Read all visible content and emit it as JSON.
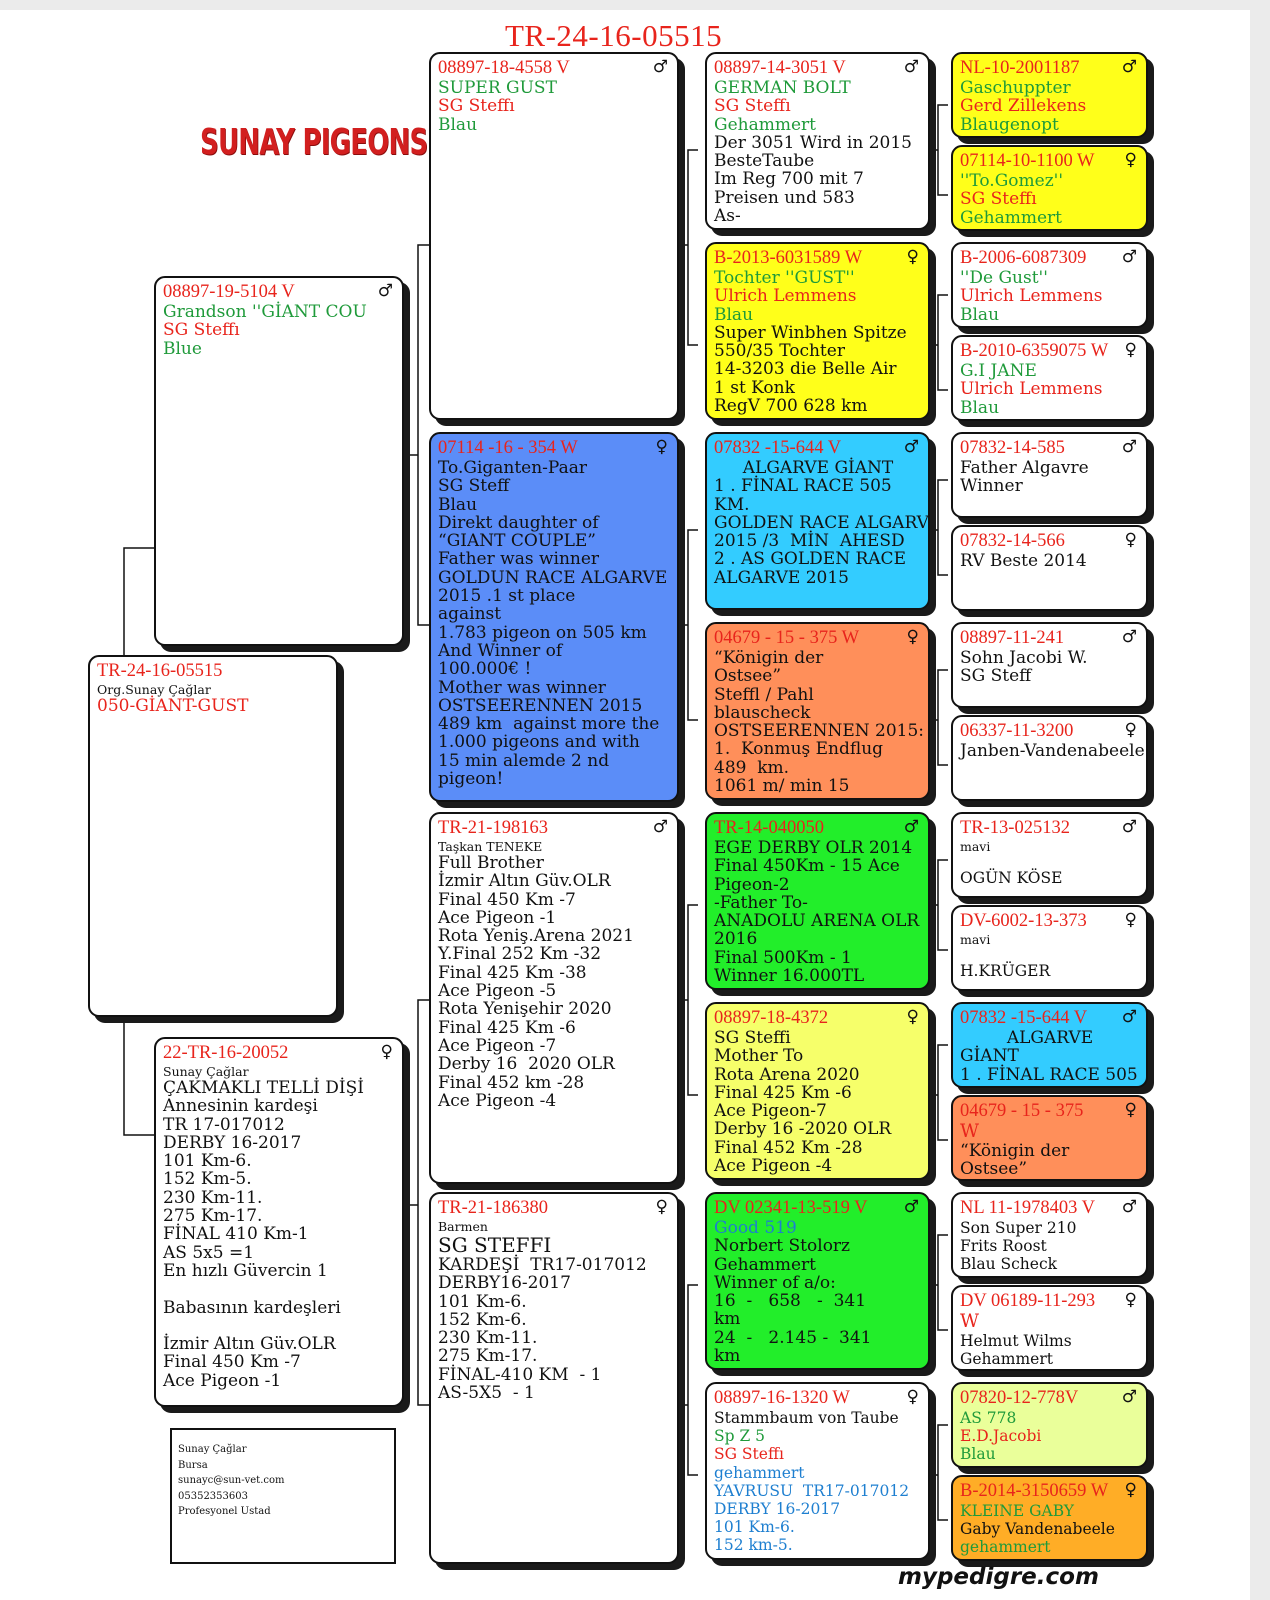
{
  "header": {
    "title": "TR-24-16-05515",
    "logo_text": "SUNAY PIGEONS"
  },
  "footer": {
    "brand": "mypedigre.com"
  },
  "contact": {
    "lines": [
      "Sunay Çağlar",
      "Bursa",
      "sunayc@sun-vet.com",
      "05352353603",
      "Profesyonel Ustad"
    ]
  },
  "colors": {
    "ring_red": "#e8241c",
    "green_text": "#1f9a3a",
    "blue_text": "#1e7fd0",
    "yellow_bg": "#ffff1a",
    "blue_bg": "#5b8df8",
    "cyan_bg": "#33ccff",
    "orange_bg": "#ff8f5a",
    "green_bg": "#22ee2a",
    "pale_yellow_bg": "#f6ff6a",
    "pale_green_bg": "#eaff9a",
    "amber_bg": "#ffad26"
  },
  "cards": {
    "subject": {
      "ring": "TR-24-16-05515",
      "sex": "",
      "lines": [
        {
          "t": "Org.Sunay Çağlar",
          "c": "#111",
          "tiny": true
        },
        {
          "t": "050-GİANT-GUST",
          "c": "#e8241c"
        }
      ]
    },
    "sire": {
      "ring": "08897-19-5104 V",
      "sex": "♂",
      "lines": [
        {
          "t": "Grandson ''GİANT COU",
          "c": "#1f9a3a"
        },
        {
          "t": "SG Steffı",
          "c": "#e8241c"
        },
        {
          "t": "Blue",
          "c": "#1f9a3a"
        }
      ]
    },
    "dam": {
      "ring": "22-TR-16-20052",
      "sex": "♀",
      "lines": [
        {
          "t": "Sunay Çağlar",
          "c": "#111",
          "tiny": true
        },
        {
          "t": "ÇAKMAKLI TELLİ DİŞİ",
          "c": "#111"
        },
        {
          "t": "Annesinin kardeşi",
          "c": "#111"
        },
        {
          "t": "TR 17-017012",
          "c": "#111"
        },
        {
          "t": "DERBY 16-2017",
          "c": "#111"
        },
        {
          "t": "101 Km-6.",
          "c": "#111"
        },
        {
          "t": "152 Km-5.",
          "c": "#111"
        },
        {
          "t": "230 Km-11.",
          "c": "#111"
        },
        {
          "t": "275 Km-17.",
          "c": "#111"
        },
        {
          "t": "FİNAL 410 Km-1",
          "c": "#111"
        },
        {
          "t": "AS 5x5 =1",
          "c": "#111"
        },
        {
          "t": "En hızlı Güvercin 1",
          "c": "#111"
        },
        {
          "t": " ",
          "c": "#111"
        },
        {
          "t": "Babasının kardeşleri",
          "c": "#111"
        },
        {
          "t": " ",
          "c": "#111"
        },
        {
          "t": "İzmir Altın Güv.OLR",
          "c": "#111"
        },
        {
          "t": "Final 450 Km -7",
          "c": "#111"
        },
        {
          "t": "Ace Pigeon -1",
          "c": "#111"
        }
      ]
    },
    "ss": {
      "ring": "08897-18-4558 V",
      "sex": "♂",
      "lines": [
        {
          "t": "SUPER GUST",
          "c": "#1f9a3a"
        },
        {
          "t": "SG Steffı",
          "c": "#e8241c"
        },
        {
          "t": "Blau",
          "c": "#1f9a3a"
        }
      ]
    },
    "sd": {
      "ring": "07114 -16 - 354 W",
      "sex": "♀",
      "lines": [
        {
          "t": "To.Giganten-Paar",
          "c": "#111"
        },
        {
          "t": "SG Steff",
          "c": "#111"
        },
        {
          "t": "Blau",
          "c": "#111"
        },
        {
          "t": "Direkt daughter of",
          "c": "#111"
        },
        {
          "t": "“GIANT COUPLE”",
          "c": "#111"
        },
        {
          "t": "Father was winner",
          "c": "#111"
        },
        {
          "t": "GOLDUN RACE ALGARVE",
          "c": "#111"
        },
        {
          "t": "2015 .1 st place",
          "c": "#111"
        },
        {
          "t": "against",
          "c": "#111"
        },
        {
          "t": "1.783 pigeon on 505 km",
          "c": "#111"
        },
        {
          "t": "And Winner of",
          "c": "#111"
        },
        {
          "t": "100.000€ !",
          "c": "#111"
        },
        {
          "t": "Mother was winner",
          "c": "#111"
        },
        {
          "t": "OSTSEERENNEN 2015",
          "c": "#111"
        },
        {
          "t": "489 km  against more the",
          "c": "#111"
        },
        {
          "t": "1.000 pigeons and with",
          "c": "#111"
        },
        {
          "t": "15 min alemde 2 nd",
          "c": "#111"
        },
        {
          "t": "pigeon!",
          "c": "#111"
        }
      ]
    },
    "ds": {
      "ring": "TR-21-198163",
      "sex": "♂",
      "lines": [
        {
          "t": "Taşkan TENEKE",
          "c": "#111",
          "tiny": true
        },
        {
          "t": "Full Brother",
          "c": "#111"
        },
        {
          "t": "İzmir Altın Güv.OLR",
          "c": "#111"
        },
        {
          "t": "Final 450 Km -7",
          "c": "#111"
        },
        {
          "t": "Ace Pigeon -1",
          "c": "#111"
        },
        {
          "t": "Rota Yeniş.Arena 2021",
          "c": "#111"
        },
        {
          "t": "Y.Final 252 Km -32",
          "c": "#111"
        },
        {
          "t": "Final 425 Km -38",
          "c": "#111"
        },
        {
          "t": "Ace Pigeon -5",
          "c": "#111"
        },
        {
          "t": "Rota Yenişehir 2020",
          "c": "#111"
        },
        {
          "t": "Final 425 Km -6",
          "c": "#111"
        },
        {
          "t": "Ace Pigeon -7",
          "c": "#111"
        },
        {
          "t": "Derby 16  2020 OLR",
          "c": "#111"
        },
        {
          "t": "Final 452 km -28",
          "c": "#111"
        },
        {
          "t": "Ace Pigeon -4",
          "c": "#111"
        }
      ]
    },
    "dd": {
      "ring": "TR-21-186380",
      "sex": "♀",
      "lines": [
        {
          "t": "Barmen",
          "c": "#111",
          "tiny": true
        },
        {
          "t": "SG STEFFI",
          "c": "#111",
          "big": true
        },
        {
          "t": "KARDEŞİ  TR17-017012",
          "c": "#111"
        },
        {
          "t": "DERBY16-2017",
          "c": "#111"
        },
        {
          "t": "101 Km-6.",
          "c": "#111"
        },
        {
          "t": "152 Km-6.",
          "c": "#111"
        },
        {
          "t": "230 Km-11.",
          "c": "#111"
        },
        {
          "t": "275 Km-17.",
          "c": "#111"
        },
        {
          "t": "FİNAL-410 KM  - 1",
          "c": "#111"
        },
        {
          "t": "AS-5X5  - 1",
          "c": "#111"
        }
      ]
    },
    "sss": {
      "ring": "08897-14-3051 V",
      "sex": "♂",
      "lines": [
        {
          "t": "GERMAN BOLT",
          "c": "#1f9a3a"
        },
        {
          "t": "SG Steffı",
          "c": "#e8241c"
        },
        {
          "t": "Gehammert",
          "c": "#1f9a3a"
        },
        {
          "t": "Der 3051 Wird in 2015",
          "c": "#111"
        },
        {
          "t": "BesteTaube",
          "c": "#111"
        },
        {
          "t": "Im Reg 700 mit 7",
          "c": "#111"
        },
        {
          "t": "Preisen und 583",
          "c": "#111"
        },
        {
          "t": "As-",
          "c": "#111"
        }
      ]
    },
    "ssd": {
      "ring": "B-2013-6031589 W",
      "sex": "♀",
      "lines": [
        {
          "t": "Tochter ''GUST''",
          "c": "#1f9a3a"
        },
        {
          "t": "Ulrich Lemmens",
          "c": "#e8241c"
        },
        {
          "t": "Blau",
          "c": "#1f9a3a"
        },
        {
          "t": "Super Winbhen Spitze",
          "c": "#111"
        },
        {
          "t": "550/35 Tochter",
          "c": "#111"
        },
        {
          "t": "14-3203 die Belle Air",
          "c": "#111"
        },
        {
          "t": "1 st Konk",
          "c": "#111"
        },
        {
          "t": "RegV 700 628 km",
          "c": "#111"
        }
      ]
    },
    "sds": {
      "ring": "07832 -15-644 V",
      "sex": "♂",
      "lines": [
        {
          "t": "ALGARVE GİANT",
          "c": "#111",
          "center": true
        },
        {
          "t": "1 . FİNAL RACE 505",
          "c": "#111"
        },
        {
          "t": "KM.",
          "c": "#111"
        },
        {
          "t": "GOLDEN RACE ALGARVE",
          "c": "#111"
        },
        {
          "t": "2015 /3  MİN  AHESD",
          "c": "#111"
        },
        {
          "t": "2 . AS GOLDEN RACE",
          "c": "#111"
        },
        {
          "t": "ALGARVE 2015",
          "c": "#111"
        }
      ]
    },
    "sdd": {
      "ring": "04679 - 15 - 375 W",
      "sex": "♀",
      "lines": [
        {
          "t": "“Königin der",
          "c": "#111"
        },
        {
          "t": "Ostsee”",
          "c": "#111"
        },
        {
          "t": "Steffl / Pahl",
          "c": "#111"
        },
        {
          "t": "blauscheck",
          "c": "#111"
        },
        {
          "t": "OSTSEERENNEN 2015:",
          "c": "#111"
        },
        {
          "t": "1.  Konmuş Endflug",
          "c": "#111"
        },
        {
          "t": "489  km.",
          "c": "#111"
        },
        {
          "t": "1061 m/ min 15",
          "c": "#111"
        }
      ]
    },
    "dss": {
      "ring": "TR-14-040050",
      "sex": "♂",
      "lines": [
        {
          "t": "EGE DERBY OLR 2014",
          "c": "#111"
        },
        {
          "t": "Final 450Km - 15 Ace",
          "c": "#111"
        },
        {
          "t": "Pigeon-2",
          "c": "#111"
        },
        {
          "t": "-Father To-",
          "c": "#111"
        },
        {
          "t": "ANADOLU ARENA OLR",
          "c": "#111"
        },
        {
          "t": "2016",
          "c": "#111"
        },
        {
          "t": "Final 500Km - 1",
          "c": "#111"
        },
        {
          "t": "Winner 16.000TL",
          "c": "#111"
        }
      ]
    },
    "dsd": {
      "ring": "08897-18-4372",
      "sex": "♀",
      "lines": [
        {
          "t": "SG Steffi",
          "c": "#111"
        },
        {
          "t": "Mother To",
          "c": "#111"
        },
        {
          "t": "Rota Arena 2020",
          "c": "#111"
        },
        {
          "t": "Final 425 Km -6",
          "c": "#111"
        },
        {
          "t": "Ace Pigeon-7",
          "c": "#111"
        },
        {
          "t": "Derby 16 -2020 OLR",
          "c": "#111"
        },
        {
          "t": "Final 452 Km -28",
          "c": "#111"
        },
        {
          "t": "Ace Pigeon -4",
          "c": "#111"
        }
      ]
    },
    "dds": {
      "ring": "DV 02341-13-519 V",
      "sex": "♂",
      "lines": [
        {
          "t": "Good 519",
          "c": "#1e7fd0"
        },
        {
          "t": "Norbert Stolorz",
          "c": "#111"
        },
        {
          "t": "Gehammert",
          "c": "#111"
        },
        {
          "t": "Winner of a/o:",
          "c": "#111"
        },
        {
          "t": "16  -   658   -  341",
          "c": "#111"
        },
        {
          "t": "km",
          "c": "#111"
        },
        {
          "t": "24  -   2.145 -  341",
          "c": "#111"
        },
        {
          "t": "km",
          "c": "#111"
        }
      ]
    },
    "ddd": {
      "ring": "08897-16-1320 W",
      "sex": "♀",
      "lines": [
        {
          "t": "Stammbaum von Taube",
          "c": "#111",
          "small": true
        },
        {
          "t": "Sp Z 5",
          "c": "#1f9a3a",
          "small": true
        },
        {
          "t": "SG Steffı",
          "c": "#e8241c",
          "small": true
        },
        {
          "t": "gehammert",
          "c": "#1e7fd0",
          "small": true
        },
        {
          "t": "YAVRUSU  TR17-017012",
          "c": "#1e7fd0",
          "small": true
        },
        {
          "t": "DERBY 16-2017",
          "c": "#1e7fd0",
          "small": true
        },
        {
          "t": "101 Km-6.",
          "c": "#1e7fd0",
          "small": true
        },
        {
          "t": "152 km-5.",
          "c": "#1e7fd0",
          "small": true
        }
      ]
    },
    "g1": {
      "ring": "NL-10-2001187",
      "sex": "♂",
      "lines": [
        {
          "t": "Gaschuppter",
          "c": "#1f9a3a"
        },
        {
          "t": "Gerd Zillekens",
          "c": "#e8241c"
        },
        {
          "t": "Blaugenopt",
          "c": "#1f9a3a"
        }
      ]
    },
    "g2": {
      "ring": "07114-10-1100 W",
      "sex": "♀",
      "lines": [
        {
          "t": "''To.Gomez''",
          "c": "#1f9a3a"
        },
        {
          "t": "SG Steffı",
          "c": "#e8241c"
        },
        {
          "t": "Gehammert",
          "c": "#1f9a3a"
        }
      ]
    },
    "g3": {
      "ring": "B-2006-6087309",
      "sex": "♂",
      "lines": [
        {
          "t": "''De Gust''",
          "c": "#1f9a3a"
        },
        {
          "t": "Ulrich Lemmens",
          "c": "#e8241c"
        },
        {
          "t": "Blau",
          "c": "#1f9a3a"
        }
      ]
    },
    "g4": {
      "ring": "B-2010-6359075 W",
      "sex": "♀",
      "lines": [
        {
          "t": "G.I JANE",
          "c": "#1f9a3a"
        },
        {
          "t": "Ulrich Lemmens",
          "c": "#e8241c"
        },
        {
          "t": "Blau",
          "c": "#1f9a3a"
        }
      ]
    },
    "g5": {
      "ring": "07832-14-585",
      "sex": "♂",
      "lines": [
        {
          "t": "Father Algavre",
          "c": "#111"
        },
        {
          "t": "Winner",
          "c": "#111"
        }
      ]
    },
    "g6": {
      "ring": "07832-14-566",
      "sex": "♀",
      "lines": [
        {
          "t": "RV Beste 2014",
          "c": "#111"
        }
      ]
    },
    "g7": {
      "ring": "08897-11-241",
      "sex": "♂",
      "lines": [
        {
          "t": "Sohn Jacobi W.",
          "c": "#111"
        },
        {
          "t": "SG Steff",
          "c": "#111"
        }
      ]
    },
    "g8": {
      "ring": "06337-11-3200",
      "sex": "♀",
      "lines": [
        {
          "t": "Janben-Vandenabeele",
          "c": "#111"
        }
      ]
    },
    "g9": {
      "ring": "TR-13-025132",
      "sex": "♂",
      "lines": [
        {
          "t": "mavi",
          "c": "#111",
          "tiny": true
        },
        {
          "t": " ",
          "c": "#111",
          "tiny": true
        },
        {
          "t": "OGÜN KÖSE",
          "c": "#111",
          "small": true
        }
      ]
    },
    "g10": {
      "ring": "DV-6002-13-373",
      "sex": "♀",
      "lines": [
        {
          "t": "mavi",
          "c": "#111",
          "tiny": true
        },
        {
          "t": " ",
          "c": "#111",
          "tiny": true
        },
        {
          "t": "H.KRÜGER",
          "c": "#111",
          "small": true
        }
      ]
    },
    "g11": {
      "ring": "07832 -15-644 V",
      "sex": "♂",
      "lines": [
        {
          "t": "ALGARVE",
          "c": "#111",
          "center": true
        },
        {
          "t": "GİANT",
          "c": "#111"
        },
        {
          "t": "1 . FİNAL RACE 505",
          "c": "#111"
        }
      ]
    },
    "g12": {
      "ring": "04679 - 15 - 375",
      "sex": "♀",
      "lines": [
        {
          "t": "W",
          "c": "#e8241c",
          "ringsize": true
        },
        {
          "t": "“Königin der",
          "c": "#111"
        },
        {
          "t": "Ostsee”",
          "c": "#111"
        }
      ]
    },
    "g13": {
      "ring": "NL 11-1978403 V",
      "sex": "♂",
      "lines": [
        {
          "t": "Son Super 210",
          "c": "#111",
          "small": true
        },
        {
          "t": "Frits Roost",
          "c": "#111",
          "small": true
        },
        {
          "t": "Blau Scheck",
          "c": "#111",
          "small": true
        }
      ]
    },
    "g14": {
      "ring": "DV 06189-11-293",
      "sex": "♀",
      "lines": [
        {
          "t": "W",
          "c": "#e8241c",
          "ringsize": true
        },
        {
          "t": "Helmut Wilms",
          "c": "#111",
          "small": true
        },
        {
          "t": "Gehammert",
          "c": "#111",
          "small": true
        }
      ]
    },
    "g15": {
      "ring": "07820-12-778V",
      "sex": "♂",
      "lines": [
        {
          "t": "AS 778",
          "c": "#1f9a3a",
          "small": true
        },
        {
          "t": "E.D.Jacobi",
          "c": "#e8241c",
          "small": true
        },
        {
          "t": "Blau",
          "c": "#1f9a3a",
          "small": true
        }
      ]
    },
    "g16": {
      "ring": "B-2014-3150659 W",
      "sex": "♀",
      "lines": [
        {
          "t": "KLEINE GABY",
          "c": "#1f9a3a",
          "small": true
        },
        {
          "t": "Gaby Vandenabeele",
          "c": "#111",
          "small": true
        },
        {
          "t": "gehammert",
          "c": "#1f9a3a",
          "small": true
        }
      ]
    }
  }
}
